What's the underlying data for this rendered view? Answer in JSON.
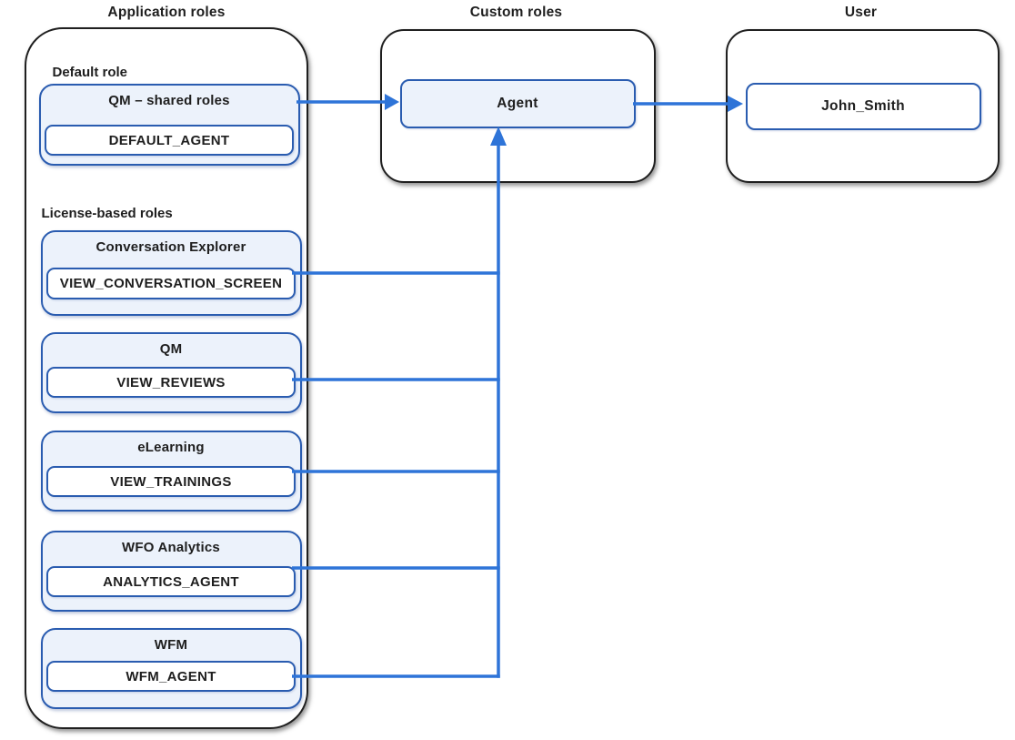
{
  "diagram": {
    "columns": {
      "application": {
        "heading": "Application roles"
      },
      "custom": {
        "heading": "Custom roles"
      },
      "user": {
        "heading": "User"
      }
    },
    "application": {
      "default_label": "Default role",
      "license_label": "License-based roles",
      "groups": [
        {
          "title": "QM – shared roles",
          "permission": "DEFAULT_AGENT"
        },
        {
          "title": "Conversation Explorer",
          "permission": "VIEW_CONVERSATION_SCREEN"
        },
        {
          "title": "QM",
          "permission": "VIEW_REVIEWS"
        },
        {
          "title": "eLearning",
          "permission": "VIEW_TRAININGS"
        },
        {
          "title": "WFO Analytics",
          "permission": "ANALYTICS_AGENT"
        },
        {
          "title": "WFM",
          "permission": "WFM_AGENT"
        }
      ]
    },
    "custom_role": "Agent",
    "user_name": "John_Smith",
    "colors": {
      "connector": "#2e74d8",
      "node_border": "#2a5cb0",
      "node_fill": "#ecf2fb",
      "container_border": "#1f1f1f",
      "text": "#1e1e1e"
    }
  }
}
